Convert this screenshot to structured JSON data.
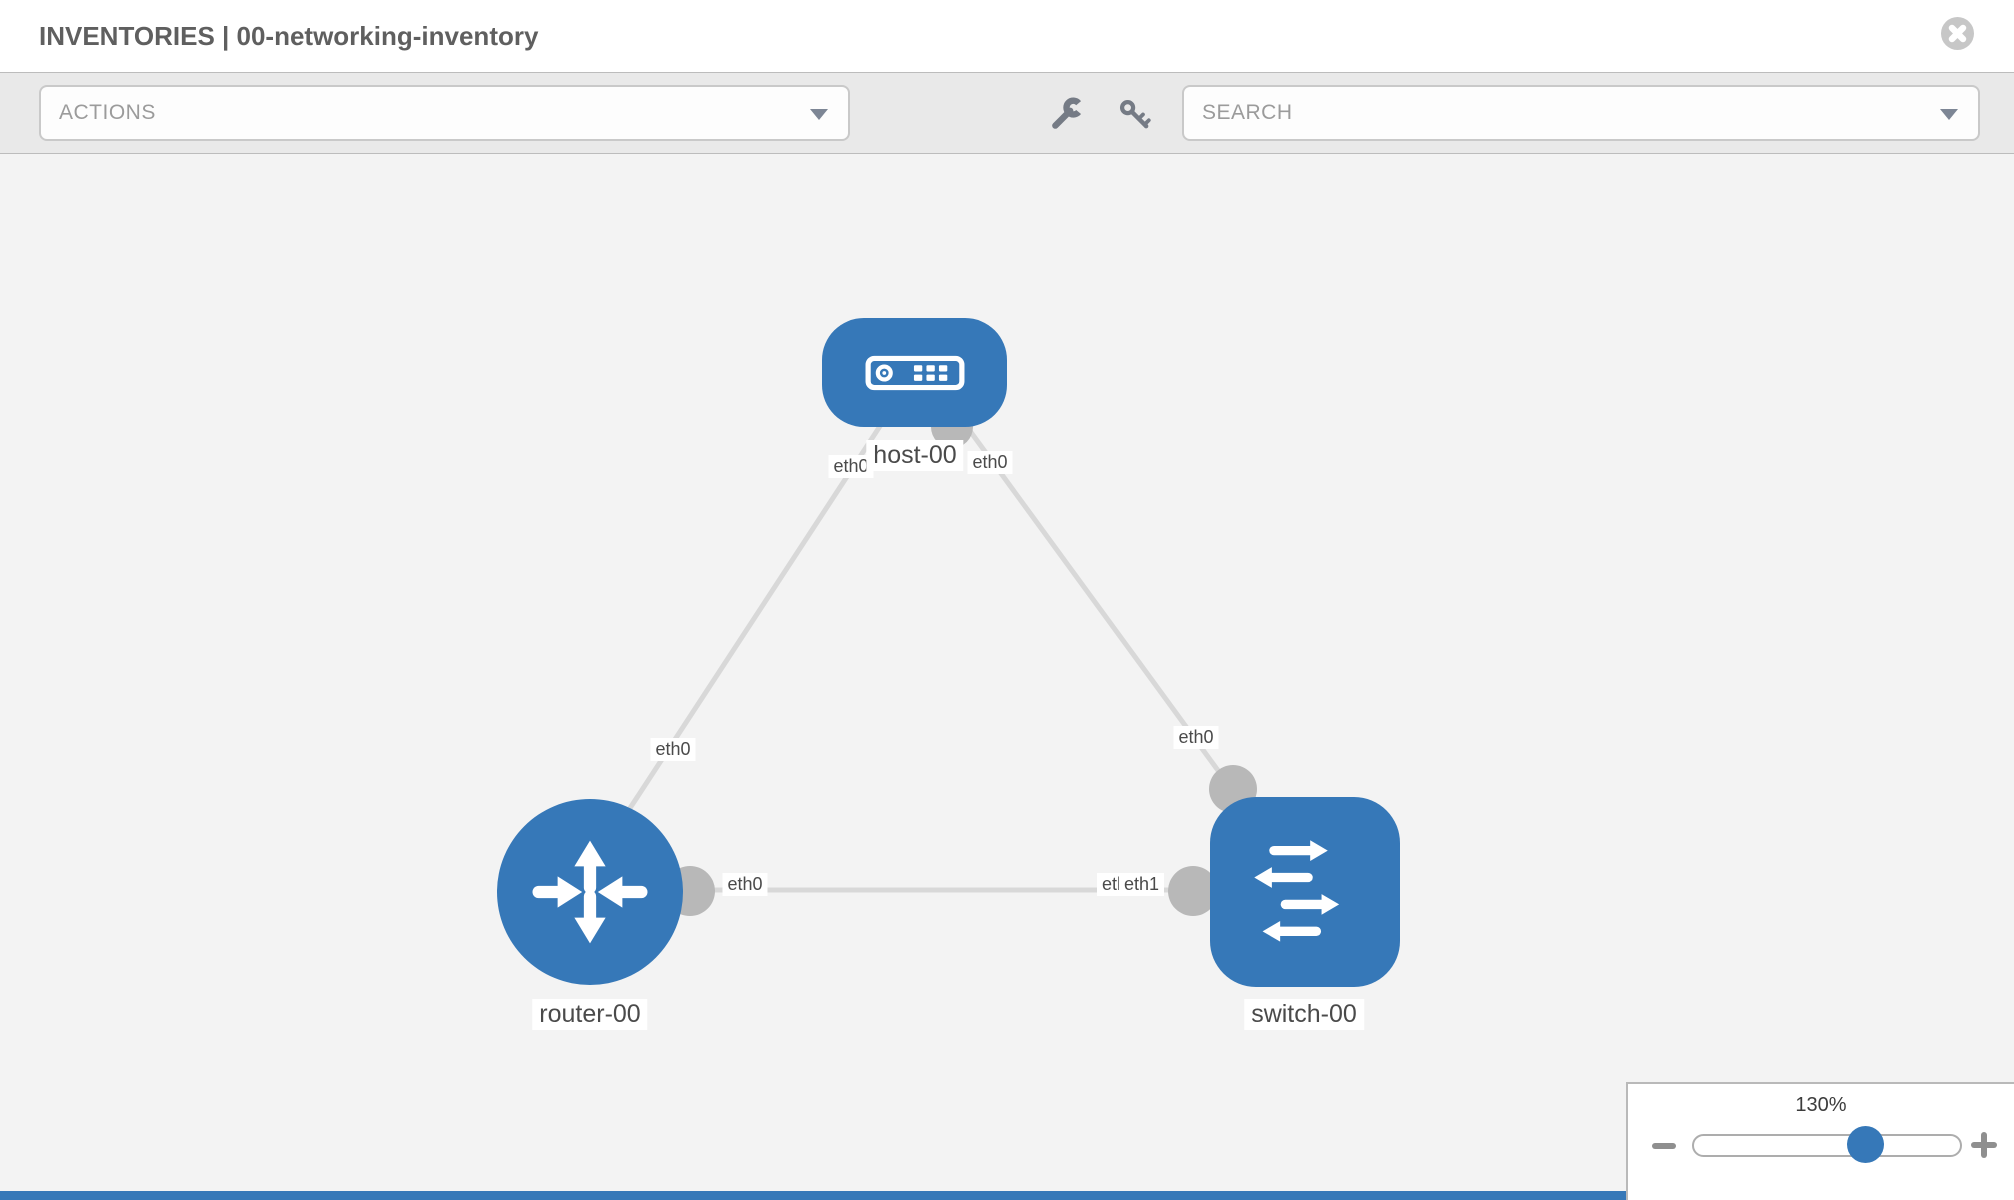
{
  "header": {
    "title": "INVENTORIES | 00-networking-inventory"
  },
  "toolbar": {
    "actions_placeholder": "ACTIONS",
    "search_placeholder": "SEARCH",
    "icons": [
      "wrench-icon",
      "key-icon"
    ]
  },
  "diagram": {
    "nodes": [
      {
        "id": "host-00",
        "type": "host",
        "label": "host-00"
      },
      {
        "id": "router-00",
        "type": "router",
        "label": "router-00"
      },
      {
        "id": "switch-00",
        "type": "switch",
        "label": "switch-00"
      }
    ],
    "links": [
      {
        "from": "host-00",
        "from_iface": "eth0",
        "to": "router-00",
        "to_iface": "eth0"
      },
      {
        "from": "host-00",
        "from_iface": "eth0",
        "to": "switch-00",
        "to_iface": "eth0"
      },
      {
        "from": "router-00",
        "from_iface": "eth0",
        "to": "switch-00",
        "to_iface": "eth1"
      }
    ],
    "iface_labels": {
      "host_left": "eth0",
      "host_right": "eth0",
      "router_top": "eth0",
      "router_right": "eth0",
      "switch_top": "eth0",
      "switch_left_back": "eth0",
      "switch_left_front": "eth1"
    }
  },
  "zoom_control": {
    "level_label": "130%",
    "percent": 130
  },
  "colors": {
    "node_blue": "#3678b8",
    "link_gray": "#d8d8d8",
    "iface_dot_gray": "#b8b8b8",
    "canvas_bg": "#f3f3f3",
    "toolbar_bg": "#e9e9e9"
  }
}
